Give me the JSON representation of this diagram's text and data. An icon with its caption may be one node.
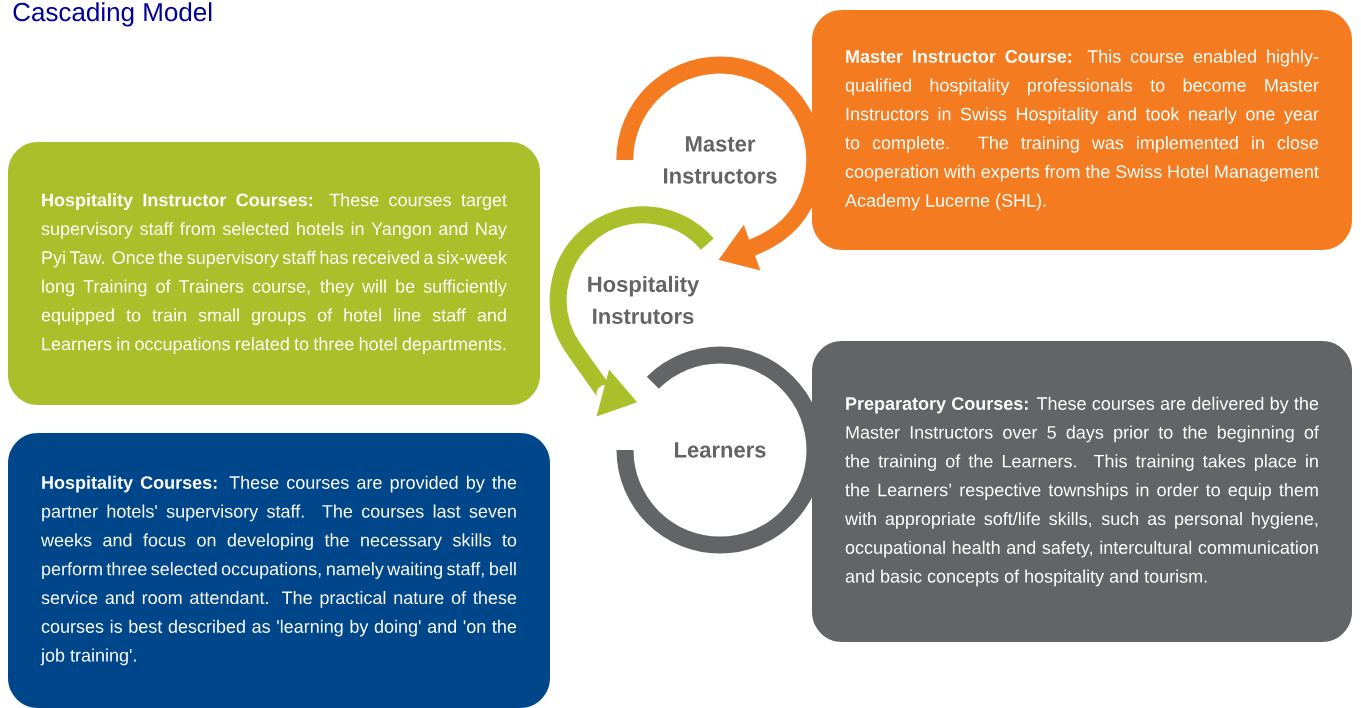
{
  "diagram": {
    "title": "Cascading Model",
    "nodes": [
      {
        "text": [
          "Master Instructors"
        ]
      },
      {
        "text": [
          "**Master Instructor Course:** This course enabled highly-qualified hospitality professionals to become Master Instructors in Swiss Hospitality and took nearly one year to complete. The training was implemented in close cooperation with experts from the Swiss Hotel Management Academy Lucerne (SHL)."
        ]
      },
      {
        "text": [
          "**Hospitality Instructor Courses:** These courses target supervisory staff from selected hotels in Yangon and Nay Pyi Taw. Once the supervisory staff has received a six-week long Training of Trainers course, they will be sufficiently equipped to train small groups of hotel line staff and Learners in occupations related to three hotel departments."
        ]
      },
      {
        "text": [
          "Hospitality Instrutors"
        ]
      },
      {
        "text": [
          "Learners"
        ]
      },
      {
        "text": [
          "**Preparatory Courses:** These courses are delivered by the Master Instructors over 5 days prior to the beginning of the training of the Learners.  This training takes place in the Learners’ respective townships in order to equip them with appropriate soft/life skills, such as personal hygiene, occupational health and safety, intercultural communication and basic concepts of hospitality and tourism."
        ]
      },
      {
        "text": [
          "**Hospitality Courses:** These courses are provided by the partner hotels' supervisory staff. The courses last seven weeks and focus on developing the necessary skills to perform three selected occupations, namely waiting staff, bell service and room attendant. The practical nature of these courses is best described as 'learning by doing' and 'on the job training'."
        ]
      }
    ],
    "edges": [
      {
        "from": 0,
        "to": 3,
        "arrow": "to",
        "color": "#f47b20"
      },
      {
        "from": 3,
        "to": 4,
        "arrow": "to",
        "color": "#a9c02b"
      }
    ]
  }
}
